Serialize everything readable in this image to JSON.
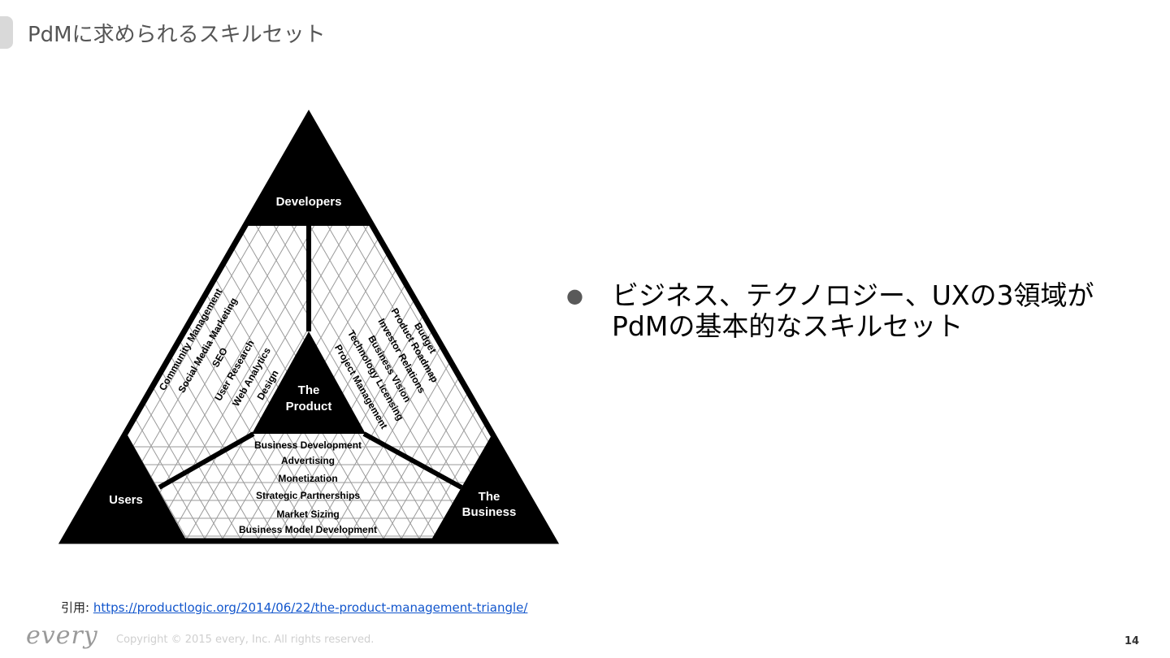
{
  "slide": {
    "title": "PdMに求められるスキルセット",
    "bullet_text": "ビジネス、テクノロジー、UXの3領域がPdMの基本的なスキルセット",
    "citation_prefix": "引用: ",
    "citation_link": "https://productlogic.org/2014/06/22/the-product-management-triangle/",
    "logo": "every",
    "copyright": "Copyright © 2015 every, Inc. All rights reserved.",
    "page_number": "14"
  },
  "diagram": {
    "corners": {
      "developers": "Developers",
      "users": "Users",
      "business_line1": "The",
      "business_line2": "Business"
    },
    "center_line1": "The",
    "center_line2": "Product",
    "left_side_labels": [
      "Community Management",
      "Social Media Marketing",
      "SEO",
      "User Research",
      "Web Analytics",
      "Design"
    ],
    "right_side_labels": [
      "Budget",
      "Product Roadmap",
      "Investor Relations",
      "Business Vision",
      "Technology Licensing",
      "Project Management"
    ],
    "bottom_labels": [
      "Business Development",
      "Advertising",
      "Monetization",
      "Strategic Partnerships",
      "Market Sizing",
      "Business Model Development"
    ],
    "colors": {
      "fill": "#000000",
      "hatch": "#9a9a9a",
      "background": "#ffffff"
    }
  }
}
